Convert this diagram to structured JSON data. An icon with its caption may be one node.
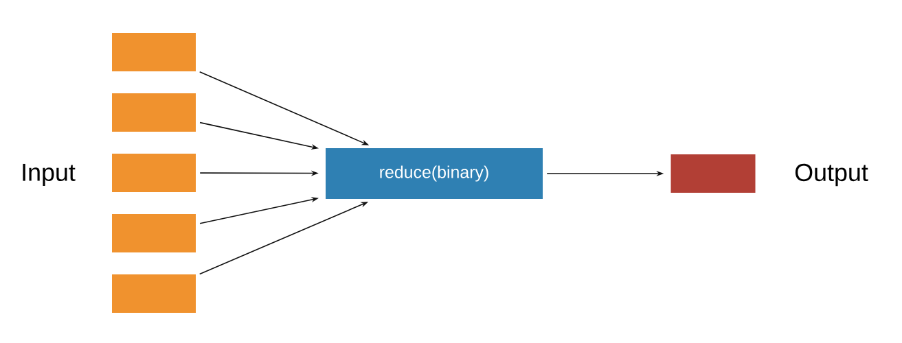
{
  "diagram": {
    "nodes": [
      {
        "text": [],
        "shape": "box"
      },
      {
        "text": [],
        "shape": "box"
      },
      {
        "text": [],
        "shape": "box"
      },
      {
        "text": [],
        "shape": "box"
      },
      {
        "text": [],
        "shape": "box"
      },
      {
        "text": [
          "reduce(binary)"
        ]
      },
      {
        "text": [],
        "shape": "box"
      }
    ],
    "edges": [
      {
        "from": 0,
        "to": 5,
        "arrow": "to"
      },
      {
        "from": 1,
        "to": 5,
        "arrow": "to"
      },
      {
        "from": 2,
        "to": 5,
        "arrow": "to"
      },
      {
        "from": 3,
        "to": 5,
        "arrow": "to"
      },
      {
        "from": 4,
        "to": 5,
        "arrow": "to"
      },
      {
        "from": 5,
        "to": 6,
        "arrow": "to"
      }
    ],
    "labels": [
      "Input",
      "Output"
    ]
  }
}
